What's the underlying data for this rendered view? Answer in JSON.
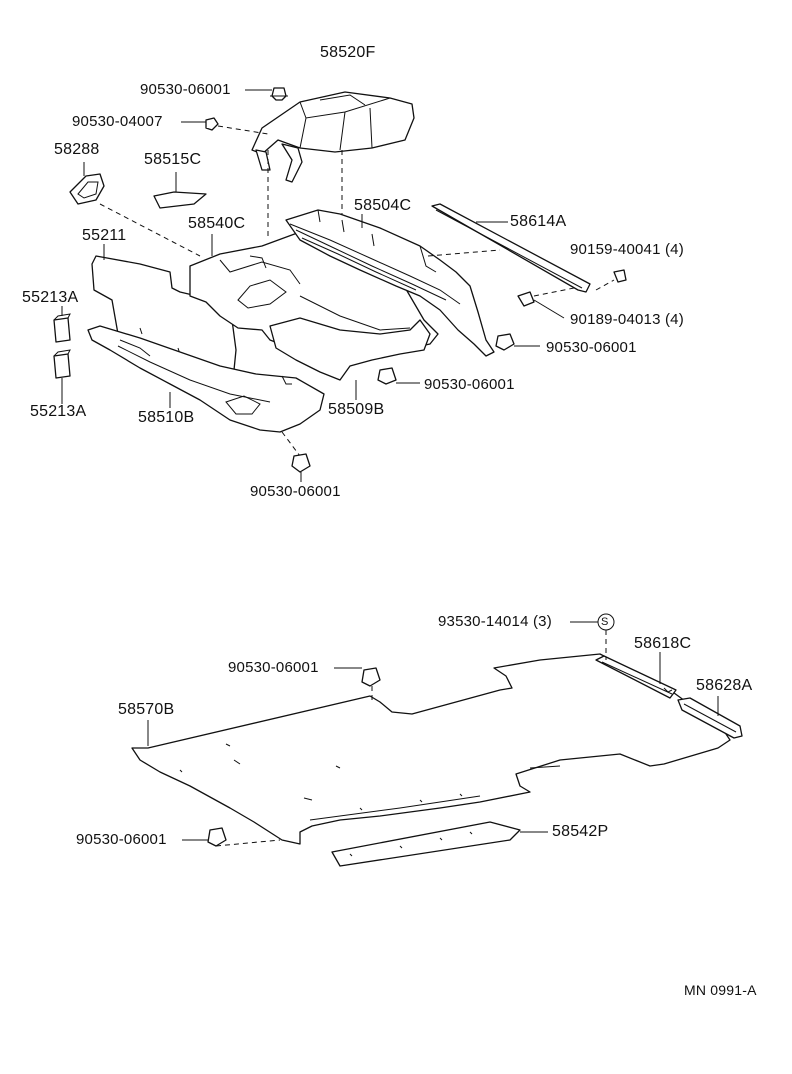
{
  "labels": {
    "p58520F": "58520F",
    "c90530_06001_a": "90530-06001",
    "c90530_04007": "90530-04007",
    "p58288": "58288",
    "p58515C": "58515C",
    "p58504C": "58504C",
    "p58614A": "58614A",
    "p58540C": "58540C",
    "p55211": "55211",
    "c90159_40041": "90159-40041 (4)",
    "p55213A_top": "55213A",
    "c90189_04013": "90189-04013 (4)",
    "c90530_06001_b": "90530-06001",
    "c90530_06001_c": "90530-06001",
    "p55213A_bottom": "55213A",
    "p58510B": "58510B",
    "p58509B": "58509B",
    "c90530_06001_d": "90530-06001",
    "c93530_14014": "93530-14014 (3)",
    "s_symbol": "S",
    "p58618C": "58618C",
    "c90530_06001_e": "90530-06001",
    "p58628A": "58628A",
    "p58570B": "58570B",
    "c90530_06001_f": "90530-06001",
    "p58542P": "58542P",
    "figure_code": "MN 0991-A"
  }
}
